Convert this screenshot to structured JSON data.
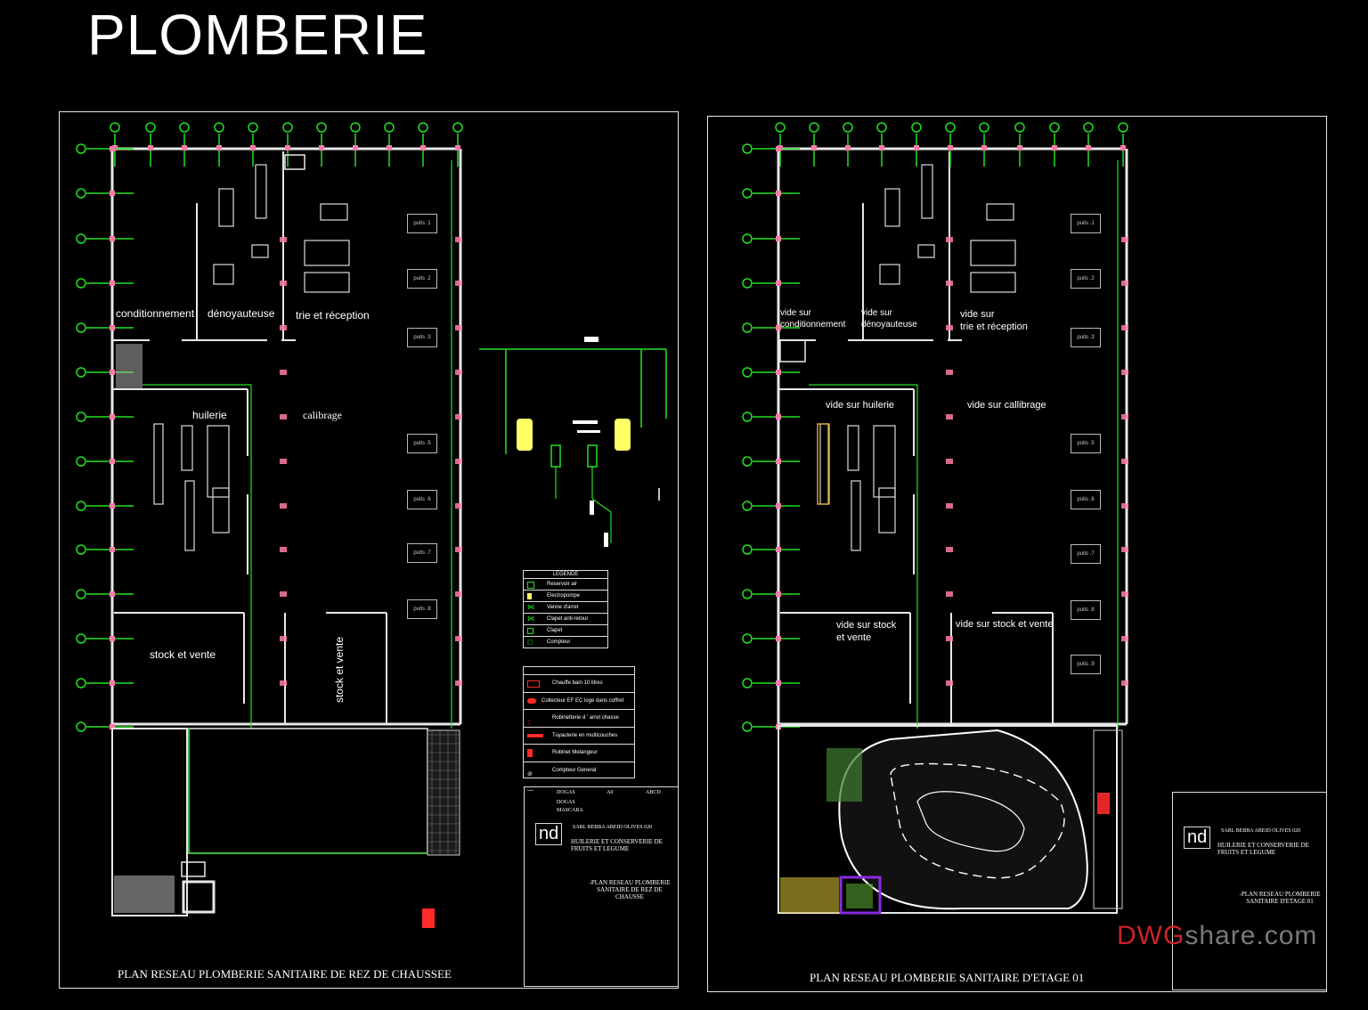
{
  "page": {
    "title": "PLOMBERIE"
  },
  "sheet_left": {
    "caption": "PLAN RESEAU PLOMBERIE SANITAIRE  DE REZ DE CHAUSSEE",
    "rooms": {
      "conditionnement": "conditionnement",
      "denoyauteuse": "dénoyauteuse",
      "trie": "trie et réception",
      "huilerie": "huilerie",
      "calibrage": "calibrage",
      "stock1": "stock et vente",
      "stock2": "stock et vente"
    },
    "puits": [
      "puits .1",
      "puits .2",
      "puits .3",
      "puits .5",
      "puits .6",
      "puits .7",
      "puits .8"
    ],
    "legend1": {
      "header": "LEGENDE",
      "items": [
        "Reservoir  air",
        "Electropompe",
        "Vanne  d'arret",
        "Clapet  anti-retour",
        "Clapet",
        "Compteur"
      ]
    },
    "legend2": {
      "items": [
        "Chauffe  bain  10  litres",
        "Collecteur  EF  EC  loge  dans coffret",
        "Robinetterie  d ' arret  chasse",
        "Tuyauterie  en  multicouches",
        "Robinet  Melangeur",
        "Compteur  General"
      ]
    },
    "titleblock": {
      "r1": [
        "DOGAS",
        "A0",
        "ABCD"
      ],
      "r2": [
        "DOGAS",
        "MASCARA"
      ],
      "project": "SARL  BEBBA ABEID OLIVES 020",
      "sub": "HUILERIE ET CONSERVERIE DE FRUITS ET LEGUME",
      "designation": "-PLAN RESEAU PLOMBERIE SANITAIRE DE REZ DE CHAUSSE",
      "logo": "nd"
    }
  },
  "sheet_right": {
    "caption": "PLAN RESEAU PLOMBERIE SANITAIRE  D'ETAGE  01",
    "rooms": {
      "conditionnement": "vide sur\nconditionnement",
      "denoyauteuse": "vide sur\ndénoyauteuse",
      "trie": "vide sur\ntrie et réception",
      "huilerie": "vide sur huilerie",
      "calibrage": "vide sur callibrage",
      "stock1": "vide sur stock\net vente",
      "stock2": "vide sur stock et vente"
    },
    "puits": [
      "puits .1",
      "puits .2",
      "puits .3",
      "puits .5",
      "puits .6",
      "puits .7",
      "puits .8",
      "puits .9"
    ],
    "titleblock": {
      "project": "SARL  BEBBA ABEID OLIVES 020",
      "sub": "HUILERIE ET CONSERVERIE DE FRUITS ET LEGUME",
      "designation": "-PLAN RESEAU PLOMBERIE SANITAIRE D'ETAGE 01",
      "logo": "nd"
    }
  },
  "watermark": {
    "a": "DWG",
    "b": "share.com"
  },
  "colors": {
    "wall": "#e8e8e8",
    "pipe": "#22e022",
    "accent": "#ff2a2a",
    "pink": "#ff7aa8",
    "yellow": "#ffff66"
  }
}
